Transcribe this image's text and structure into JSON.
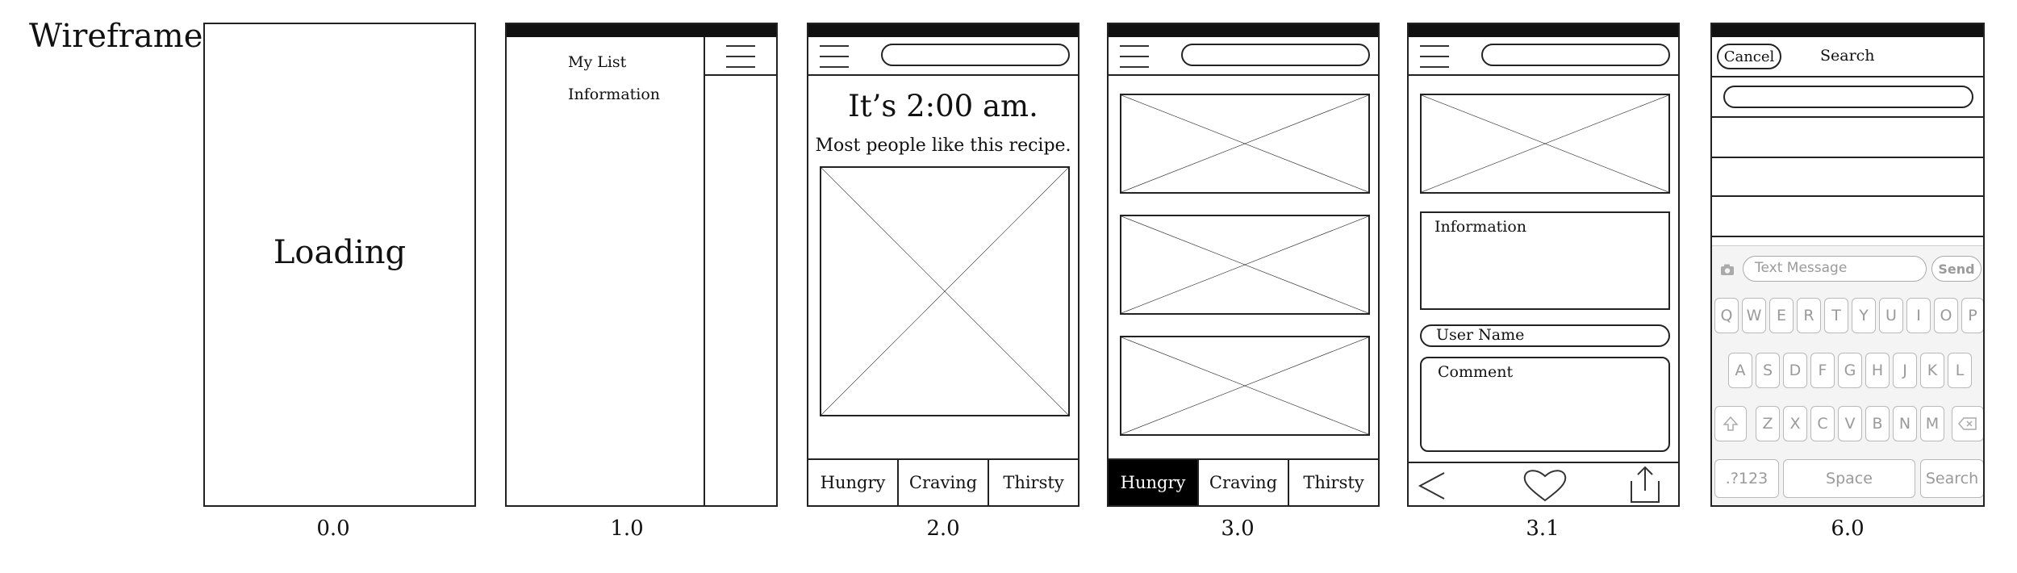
{
  "title": "Wireframe",
  "screens": {
    "s00": {
      "label": "0.0",
      "loading": "Loading"
    },
    "s10": {
      "label": "1.0",
      "menu": [
        "My List",
        "Information"
      ]
    },
    "s20": {
      "label": "2.0",
      "headline": "It’s 2:00 am.",
      "subline": "Most people like this recipe.",
      "tabs": [
        "Hungry",
        "Craving",
        "Thirsty"
      ]
    },
    "s30": {
      "label": "3.0",
      "tabs": [
        "Hungry",
        "Craving",
        "Thirsty"
      ],
      "active_tab": "Hungry"
    },
    "s31": {
      "label": "3.1",
      "info": "Information",
      "user": "User Name",
      "comment": "Comment"
    },
    "s60": {
      "label": "6.0",
      "cancel": "Cancel",
      "search_title": "Search",
      "message_placeholder": "Text Message",
      "send": "Send",
      "row1": [
        "Q",
        "W",
        "E",
        "R",
        "T",
        "Y",
        "U",
        "I",
        "O",
        "P"
      ],
      "row2": [
        "A",
        "S",
        "D",
        "F",
        "G",
        "H",
        "J",
        "K",
        "L"
      ],
      "row3": [
        "Z",
        "X",
        "C",
        "V",
        "B",
        "N",
        "M"
      ],
      "num_key": ".?123",
      "space_key": "Space",
      "search_key": "Search"
    }
  }
}
